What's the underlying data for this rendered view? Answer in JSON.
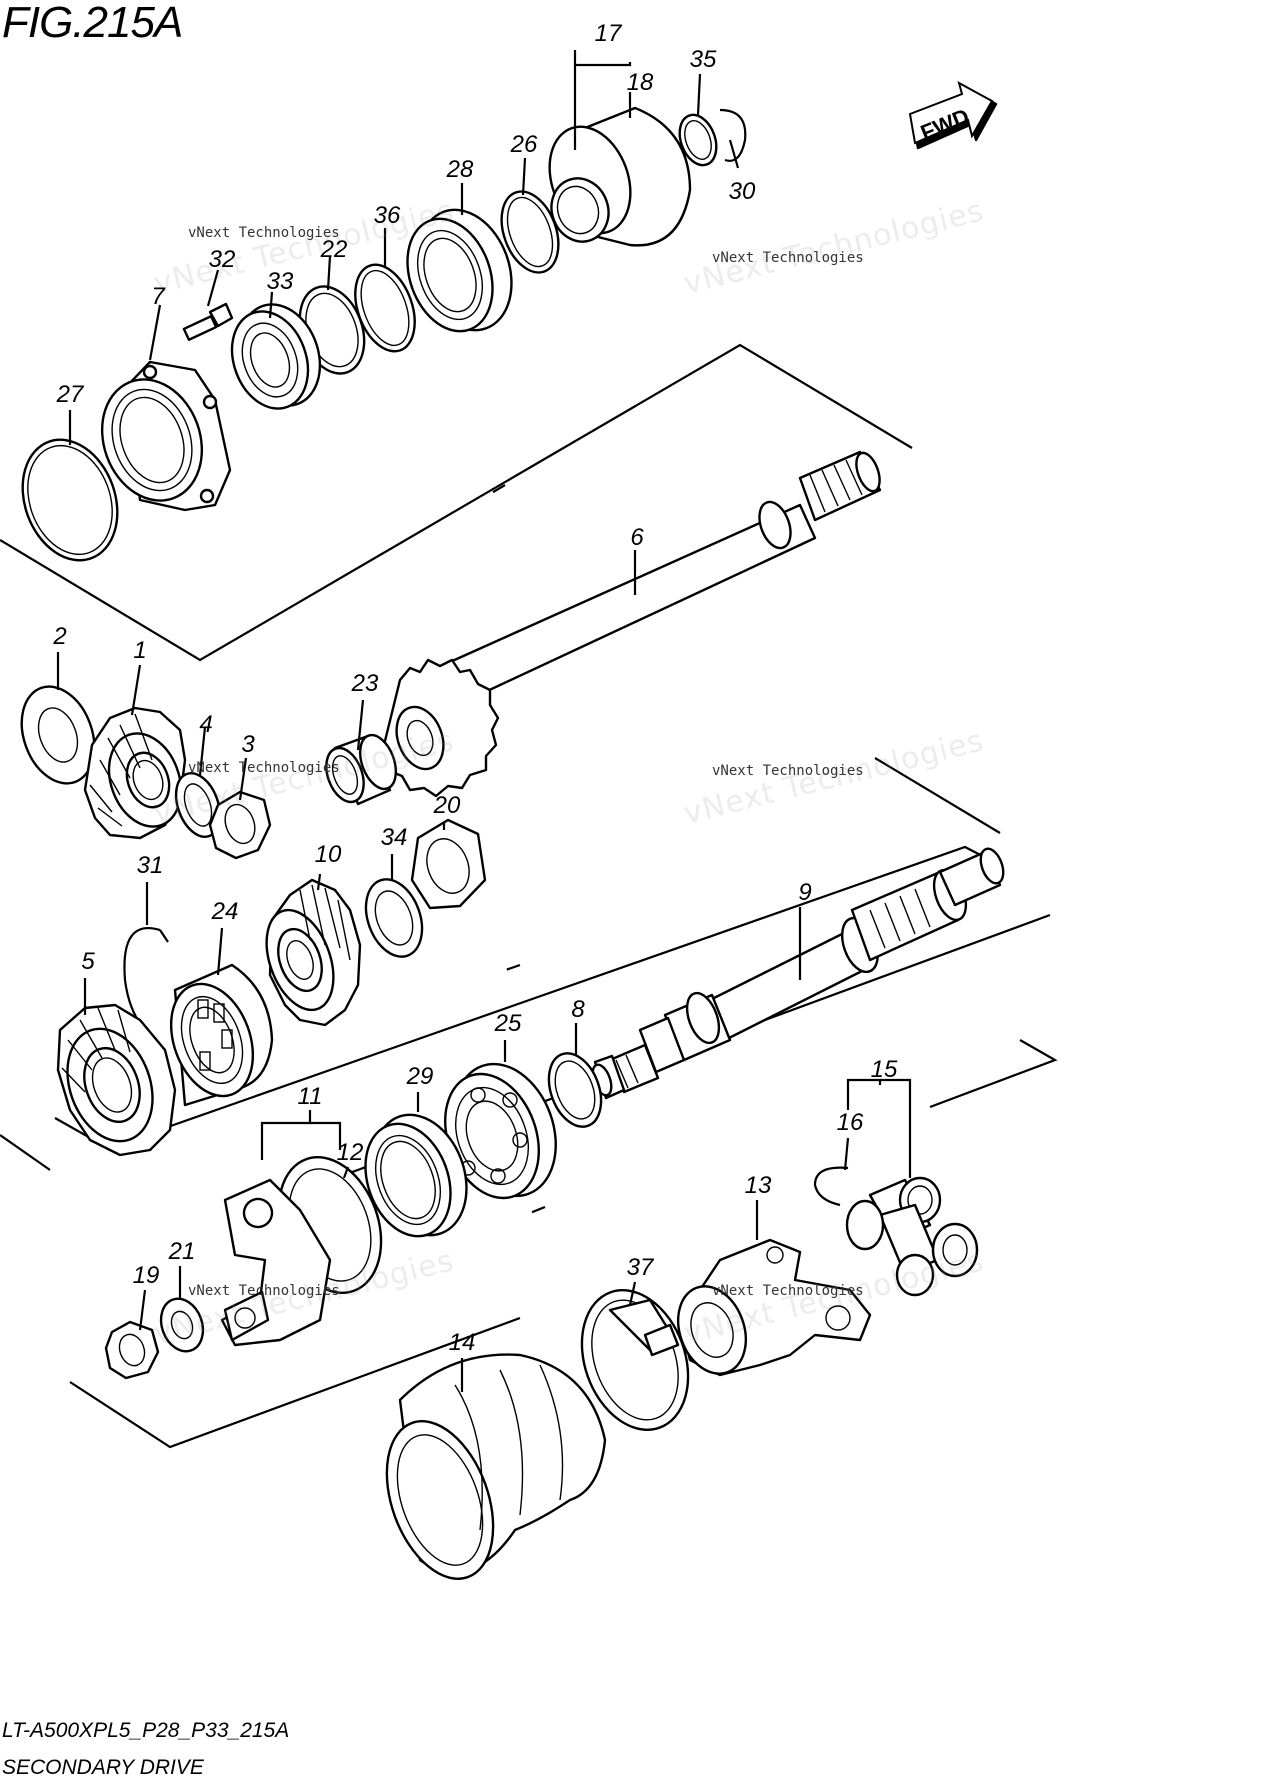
{
  "figure": {
    "title": "FIG.215A",
    "model_code": "LT-A500XPL5_P28_P33_215A",
    "name": "SECONDARY DRIVE"
  },
  "fwd_badge": {
    "label": "FWD",
    "icon": "fwd-arrow-icon"
  },
  "watermark": {
    "small": "vNext Technologies",
    "large": "vNext Technologies"
  },
  "callouts": [
    {
      "id": "c17",
      "label": "17"
    },
    {
      "id": "c18",
      "label": "18"
    },
    {
      "id": "c35",
      "label": "35"
    },
    {
      "id": "c30",
      "label": "30"
    },
    {
      "id": "c26",
      "label": "26"
    },
    {
      "id": "c28",
      "label": "28"
    },
    {
      "id": "c36",
      "label": "36"
    },
    {
      "id": "c32",
      "label": "32"
    },
    {
      "id": "c22",
      "label": "22"
    },
    {
      "id": "c33",
      "label": "33"
    },
    {
      "id": "c7",
      "label": "7"
    },
    {
      "id": "c27",
      "label": "27"
    },
    {
      "id": "c6",
      "label": "6"
    },
    {
      "id": "c2",
      "label": "2"
    },
    {
      "id": "c1",
      "label": "1"
    },
    {
      "id": "c4",
      "label": "4"
    },
    {
      "id": "c3",
      "label": "3"
    },
    {
      "id": "c23",
      "label": "23"
    },
    {
      "id": "c20",
      "label": "20"
    },
    {
      "id": "c34",
      "label": "34"
    },
    {
      "id": "c10",
      "label": "10"
    },
    {
      "id": "c31",
      "label": "31"
    },
    {
      "id": "c24",
      "label": "24"
    },
    {
      "id": "c5",
      "label": "5"
    },
    {
      "id": "c9",
      "label": "9"
    },
    {
      "id": "c8",
      "label": "8"
    },
    {
      "id": "c25",
      "label": "25"
    },
    {
      "id": "c29",
      "label": "29"
    },
    {
      "id": "c11",
      "label": "11"
    },
    {
      "id": "c12",
      "label": "12"
    },
    {
      "id": "c15",
      "label": "15"
    },
    {
      "id": "c16",
      "label": "16"
    },
    {
      "id": "c13",
      "label": "13"
    },
    {
      "id": "c37",
      "label": "37"
    },
    {
      "id": "c21",
      "label": "21"
    },
    {
      "id": "c19",
      "label": "19"
    },
    {
      "id": "c14",
      "label": "14"
    }
  ]
}
